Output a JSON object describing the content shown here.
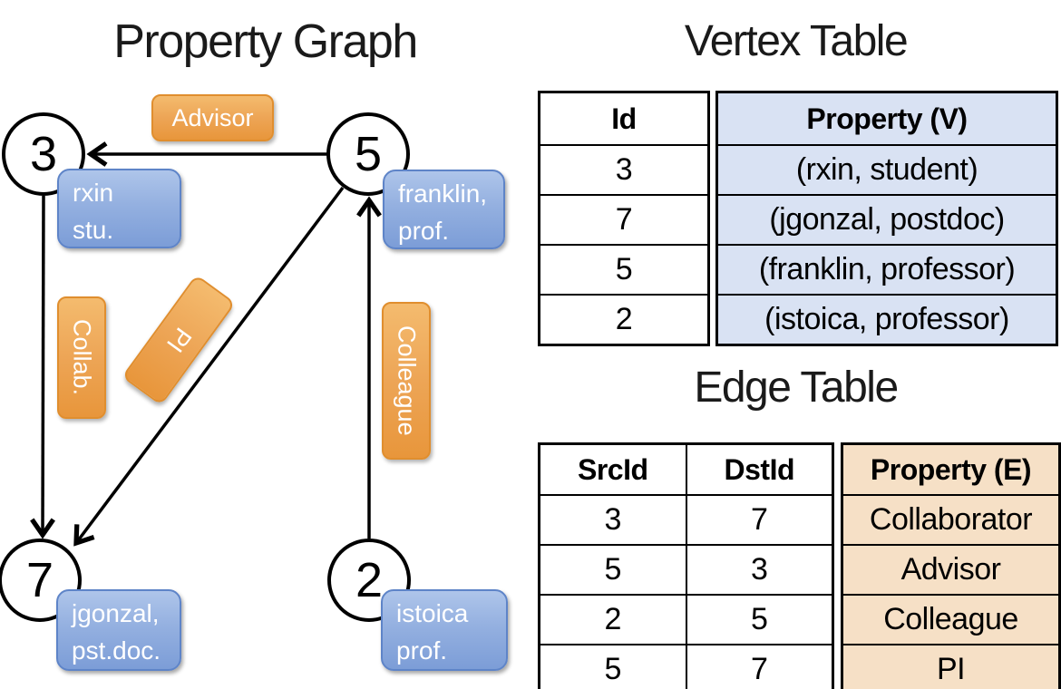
{
  "graph": {
    "title": "Property Graph",
    "nodes": {
      "n3": {
        "id": "3",
        "prop_line1": "rxin",
        "prop_line2": "stu."
      },
      "n5": {
        "id": "5",
        "prop_line1": "franklin,",
        "prop_line2": "prof."
      },
      "n7": {
        "id": "7",
        "prop_line1": "jgonzal,",
        "prop_line2": "pst.doc."
      },
      "n2": {
        "id": "2",
        "prop_line1": "istoica",
        "prop_line2": "prof."
      }
    },
    "edge_labels": {
      "advisor": "Advisor",
      "collab": "Collab.",
      "pi": "PI",
      "colleague": "Colleague"
    }
  },
  "vertex_table": {
    "title": "Vertex Table",
    "col_id": "Id",
    "col_property": "Property (V)",
    "rows": [
      {
        "id": "3",
        "property": "(rxin, student)"
      },
      {
        "id": "7",
        "property": "(jgonzal, postdoc)"
      },
      {
        "id": "5",
        "property": "(franklin, professor)"
      },
      {
        "id": "2",
        "property": "(istoica, professor)"
      }
    ]
  },
  "edge_table": {
    "title": "Edge Table",
    "col_src": "SrcId",
    "col_dst": "DstId",
    "col_property": "Property (E)",
    "rows": [
      {
        "src": "3",
        "dst": "7",
        "property": "Collaborator"
      },
      {
        "src": "5",
        "dst": "3",
        "property": "Advisor"
      },
      {
        "src": "2",
        "dst": "5",
        "property": "Colleague"
      },
      {
        "src": "5",
        "dst": "7",
        "property": "PI"
      }
    ]
  },
  "colors": {
    "edge_label_orange": "#ec9f4a",
    "edge_label_border": "#e08e2e",
    "vertex_label_blue": "#8fabdd",
    "vertex_label_border": "#5e84c8",
    "vertex_property_bg": "#d9e2f3",
    "edge_property_bg": "#f6e0c6",
    "line_black": "#000000"
  }
}
